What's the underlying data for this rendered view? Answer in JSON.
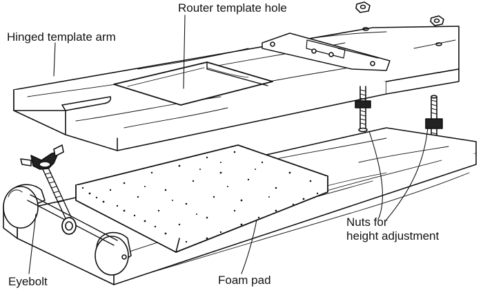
{
  "labels": {
    "router_template_hole": "Router template hole",
    "hinged_template_arm": "Hinged template arm",
    "nuts_for": "Nuts for",
    "height_adjustment": "height adjustment",
    "eyebolt": "Eyebolt",
    "foam_pad": "Foam pad"
  },
  "colors": {
    "ink": "#111111",
    "paper": "#ffffff"
  }
}
